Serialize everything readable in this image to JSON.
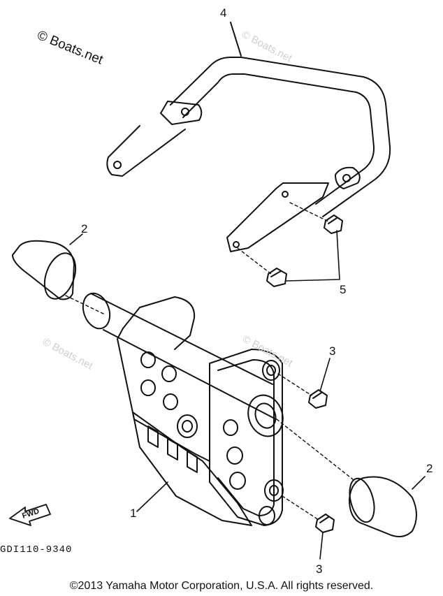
{
  "watermark_main": "© Boats.net",
  "watermark_faint": "© Boats.net",
  "callouts": {
    "c1": "1",
    "c2a": "2",
    "c2b": "2",
    "c3a": "3",
    "c3b": "3",
    "c4": "4",
    "c5": "5"
  },
  "fwd_label": "FWD",
  "diagram_code": "GDI110-9340",
  "copyright": "©2013 Yamaha Motor Corporation, U.S.A. All rights reserved."
}
